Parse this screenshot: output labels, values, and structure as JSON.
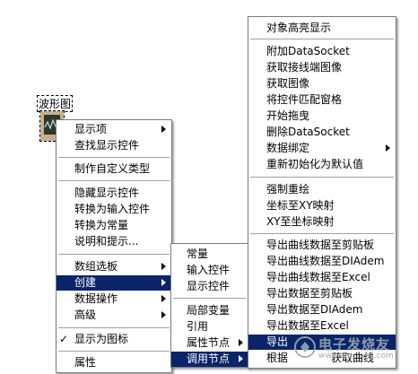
{
  "graph": {
    "caption": "波形图"
  },
  "menu1": {
    "items": [
      {
        "label": "显示项",
        "submenu": true
      },
      {
        "label": "查找显示控件",
        "submenu": false
      },
      {
        "label": "制作自定义类型",
        "submenu": false
      },
      {
        "label": "隐藏显示控件",
        "submenu": false
      },
      {
        "label": "转换为输入控件",
        "submenu": false
      },
      {
        "label": "转换为常量",
        "submenu": false
      },
      {
        "label": "说明和提示...",
        "submenu": false
      },
      {
        "label": "数组选板",
        "submenu": true
      },
      {
        "label": "创建",
        "submenu": true,
        "highlighted": true
      },
      {
        "label": "数据操作",
        "submenu": true
      },
      {
        "label": "高级",
        "submenu": true
      },
      {
        "label": "显示为图标",
        "submenu": false,
        "checked": true
      },
      {
        "label": "属性",
        "submenu": false
      }
    ],
    "check_mark": "✓"
  },
  "menu2": {
    "items": [
      {
        "label": "常量",
        "submenu": false
      },
      {
        "label": "输入控件",
        "submenu": false
      },
      {
        "label": "显示控件",
        "submenu": false
      },
      {
        "label": "局部变量",
        "submenu": false
      },
      {
        "label": "引用",
        "submenu": false
      },
      {
        "label": "属性节点",
        "submenu": true
      },
      {
        "label": "调用节点",
        "submenu": true,
        "highlighted": true
      }
    ]
  },
  "menu3": {
    "items": [
      {
        "label": "对象高亮显示",
        "submenu": false
      },
      {
        "label": "附加DataSocket",
        "submenu": false
      },
      {
        "label": "获取接线端图像",
        "submenu": false
      },
      {
        "label": "获取图像",
        "submenu": false
      },
      {
        "label": "将控件匹配窗格",
        "submenu": false
      },
      {
        "label": "开始拖曳",
        "submenu": false
      },
      {
        "label": "删除DataSocket",
        "submenu": false
      },
      {
        "label": "数据绑定",
        "submenu": true
      },
      {
        "label": "重新初始化为默认值",
        "submenu": false
      },
      {
        "label": "强制重绘",
        "submenu": false
      },
      {
        "label": "坐标至XY映射",
        "submenu": false
      },
      {
        "label": "XY至坐标映射",
        "submenu": false
      },
      {
        "label": "导出曲线数据至剪贴板",
        "submenu": false
      },
      {
        "label": "导出曲线数据至DIAdem",
        "submenu": false
      },
      {
        "label": "导出曲线数据至Excel",
        "submenu": false
      },
      {
        "label": "导出数据至剪贴板",
        "submenu": false
      },
      {
        "label": "导出数据至DIAdem",
        "submenu": false
      },
      {
        "label": "导出数据至Excel",
        "submenu": false
      },
      {
        "label": "导出",
        "submenu": false,
        "highlighted": true
      },
      {
        "label": "根据",
        "submenu": false
      },
      {
        "label": "获取曲线",
        "submenu": false
      }
    ]
  },
  "watermark": {
    "text": "电子发烧友",
    "url": "www.elecfans.com"
  },
  "colors": {
    "highlight": "#0a246a",
    "menu_bg": "#ffffff",
    "icon_bg": "#c7b08d"
  }
}
